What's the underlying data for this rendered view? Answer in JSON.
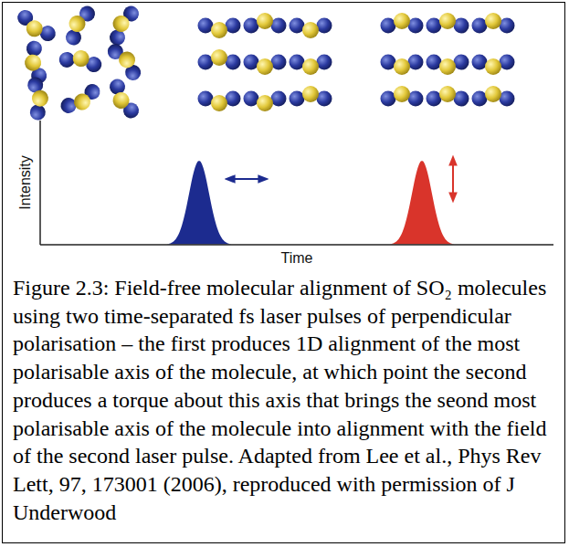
{
  "diagram": {
    "caption": "Figure 2.3: Field-free molecular alignment of SO₂ molecules using two time-separated fs laser pulses of perpendicular polarisation – the first produces 1D alignment of the most polarisable axis of the molecule, at which point the second produces a torque about this axis that brings the seond most polarisable axis of the molecule into alignment with the field of the second laser pulse. Adapted from Lee et al., Phys Rev Lett, 97, 173001 (2006), reproduced with permission of J Underwood",
    "labels": [
      "Intensity",
      "Time"
    ]
  }
}
